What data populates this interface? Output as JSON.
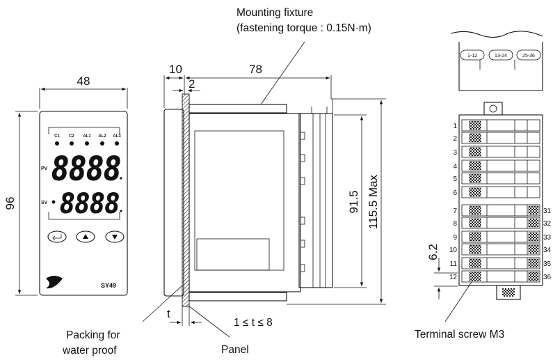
{
  "labels": {
    "mounting_fixture": "Mounting fixture",
    "fastening_torque": "(fastening torque : 0.15N·m)",
    "packing_line1": "Packing for",
    "packing_line2": "water proof",
    "panel": "Panel",
    "terminal_screw": "Terminal screw M3",
    "thickness_range": "1 ≤ t ≤ 8",
    "t_symbol": "t"
  },
  "dimensions": {
    "width": "48",
    "height": "96",
    "depth_front": "10",
    "depth_body": "78",
    "gap": "2",
    "inner_height": "91.5",
    "max_height": "115.5 Max",
    "terminal_pitch": "6.2"
  },
  "front_panel": {
    "indicators": [
      "C1",
      "C2",
      "AL1",
      "AL2",
      "AL3"
    ],
    "pv_label": "PV",
    "sv_label": "SV",
    "pv_display": "8888",
    "sv_display": "8888",
    "buttons": [
      "enter",
      "up",
      "down"
    ],
    "model": "SY49"
  },
  "connector": {
    "groups": [
      "1-12",
      "13-24",
      "25-36"
    ]
  },
  "terminals": {
    "left": [
      "1",
      "2",
      "3",
      "4",
      "5",
      "6",
      "7",
      "8",
      "9",
      "10",
      "11",
      "12"
    ],
    "right": [
      "31",
      "32",
      "33",
      "34",
      "35",
      "36"
    ]
  }
}
